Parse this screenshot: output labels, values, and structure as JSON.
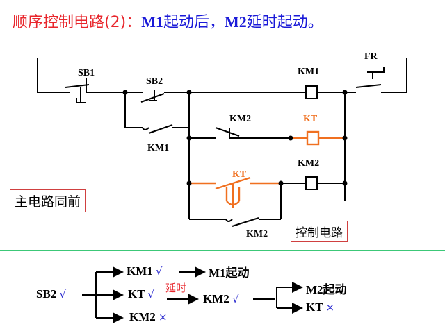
{
  "title": {
    "prefix": "顺序控制电路(2)：",
    "m1": "M1",
    "mid": "起动后，",
    "m2": "M2",
    "suffix": "延时起动。"
  },
  "labels": {
    "sb1": "SB1",
    "sb2": "SB2",
    "km1_coil": "KM1",
    "fr": "FR",
    "km1_contact": "KM1",
    "km2_nc": "KM2",
    "kt_coil": "KT",
    "kt_contact": "KT",
    "km2_coil": "KM2",
    "km2_no": "KM2"
  },
  "boxes": {
    "main_circuit": "主电路同前",
    "control_circuit": "控制电路"
  },
  "sequence": {
    "sb2": "SB2",
    "check": "√",
    "cross": "×",
    "km1": "KM1",
    "m1_start": "M1起动",
    "kt": "KT",
    "delay": "延时",
    "km2": "KM2",
    "m2_start": "M2起动",
    "kt2": "KT",
    "km2_b": "KM2"
  },
  "colors": {
    "wire": "#000000",
    "kt_highlight": "#f07020",
    "title_red": "#e8262c",
    "title_blue": "#1a1ad8",
    "divider": "#3cc878"
  }
}
